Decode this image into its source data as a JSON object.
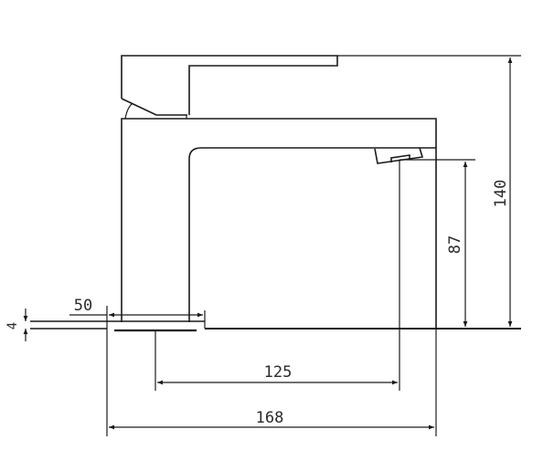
{
  "drawing": {
    "subject": "faucet side elevation",
    "line_color": "#1a1a1a",
    "text_color": "#2a2a2a",
    "units": "mm"
  },
  "dimensions": {
    "total_height": "140",
    "spout_height": "87",
    "base_width": "50",
    "base_thickness": "4",
    "spout_reach": "125",
    "total_length": "168"
  }
}
